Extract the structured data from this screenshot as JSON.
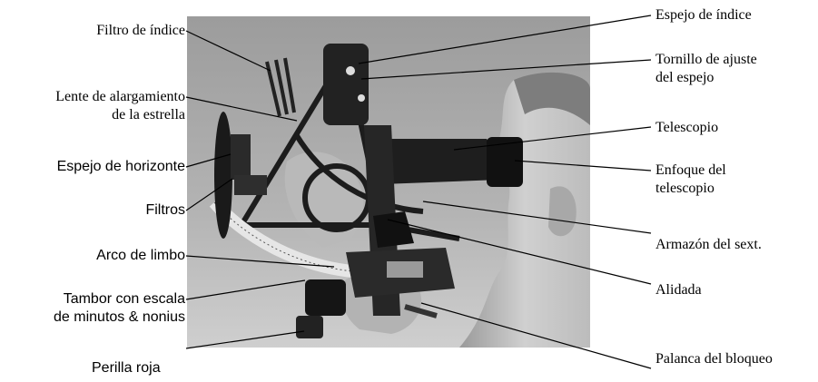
{
  "labels_left": {
    "filtro_indice": "Filtro de índice",
    "lente_line1": "Lente de alargamiento",
    "lente_line2": "de la estrella",
    "espejo_horizonte": "Espejo de  horizonte",
    "filtros": "Filtros",
    "arco_limbo": "Arco de limbo",
    "tambor_line1": "Tambor con escala",
    "tambor_line2": "de minutos & nonius",
    "perilla": "Perilla roja"
  },
  "labels_right": {
    "espejo_indice": "Espejo de índice",
    "tornillo_line1": "Tornillo de ajuste",
    "tornillo_line2": "del espejo",
    "telescopio": "Telescopio",
    "enfoque_line1": "Enfoque del",
    "enfoque_line2": "telescopio",
    "armazon": "Armazón del sext.",
    "alidada": "Alidada",
    "palanca": "Palanca del bloqueo"
  },
  "colors": {
    "photo_background": "#a9a9a9",
    "frame_dark": "#1c1c1c",
    "skin": "#c8c8c8"
  }
}
